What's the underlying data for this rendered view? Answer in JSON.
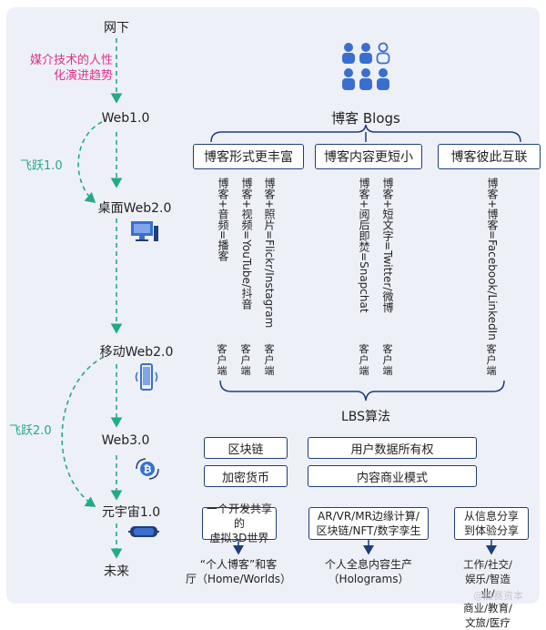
{
  "stages": {
    "offline": "网下",
    "web1": "Web1.0",
    "desktop_web2": "桌面Web2.0",
    "mobile_web2": "移动Web2.0",
    "web3": "Web3.0",
    "metaverse": "元宇宙1.0",
    "future": "未来"
  },
  "left_notes": {
    "trend_line1": "媒介技术的人性",
    "trend_line2": "化演进趋势",
    "leap1": "飞跃1.0",
    "leap2": "飞跃2.0"
  },
  "blogs": {
    "title": "博客 Blogs",
    "categories": [
      "博客形式更丰富",
      "博客内容更短小",
      "博客彼此互联"
    ],
    "vertical": [
      "博客+音频=播客",
      "博客+视频=YouTube/抖音",
      "博客+照片=Flickr/Instagram",
      "博客+阅后即焚=Snapchat",
      "博客+短文字=Twitter/微博",
      "博客+博客=Facebook/LinkedIn"
    ],
    "client_label": "客户端"
  },
  "lbs": "LBS算法",
  "web3_boxes": [
    "区块链",
    "用户数据所有权",
    "加密货币",
    "内容商业模式"
  ],
  "meta_boxes": [
    {
      "line1": "一个开发共享的",
      "line2": "虚拟3D世界"
    },
    {
      "line1": "AR/VR/MR边缘计算/",
      "line2": "区块链/NFT/数字孪生"
    },
    {
      "line1": "从信息分享",
      "line2": "到体验分享"
    }
  ],
  "future_items": [
    {
      "line1": "“个人博客”和客",
      "line2": "厅（Home/Worlds）"
    },
    {
      "line1": "个人全息内容生产",
      "line2": "（Holograms）"
    },
    {
      "line1": "工作/社交/娱乐/智造业/",
      "line2": "商业/教育/文旅/医疗"
    }
  ],
  "watermark": "@启赛资本",
  "colors": {
    "navy": "#1f3d7a",
    "blue": "#3a6fd0",
    "teal": "#26a88a",
    "pink": "#e0308a",
    "panel": "#eef0f8"
  },
  "icons": [
    "people-group-icon",
    "desktop-computer-icon",
    "mobile-phone-icon",
    "bitcoin-cycle-icon",
    "vr-headset-icon"
  ]
}
